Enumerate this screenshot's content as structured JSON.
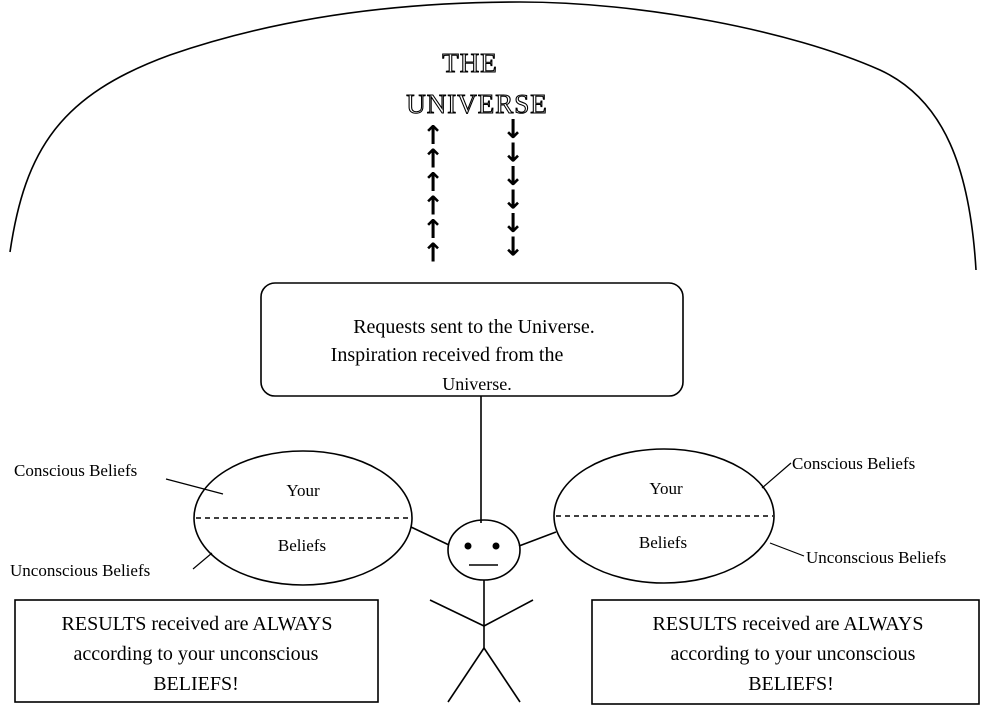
{
  "title": {
    "line1": "THE",
    "line2": "UNIVERSE"
  },
  "arrows": {
    "up_glyph": "↑",
    "down_glyph": "↓",
    "up_count": 6,
    "down_count": 6
  },
  "center_box": {
    "line1": "Requests sent to the Universe.",
    "line2": "Inspiration received from the",
    "line3": "Universe."
  },
  "left_beliefs": {
    "top_word": "Your",
    "bottom_word": "Beliefs",
    "conscious_label": "Conscious Beliefs",
    "unconscious_label": "Unconscious Beliefs"
  },
  "right_beliefs": {
    "top_word": "Your",
    "bottom_word": "Beliefs",
    "conscious_label": "Conscious Beliefs",
    "unconscious_label": "Unconscious Beliefs"
  },
  "left_results": {
    "line1": "RESULTS received are ALWAYS",
    "line2": "according to your unconscious",
    "line3": "BELIEFS!"
  },
  "right_results": {
    "line1": "RESULTS received are ALWAYS",
    "line2": "according to your unconscious",
    "line3": "BELIEFS!"
  }
}
